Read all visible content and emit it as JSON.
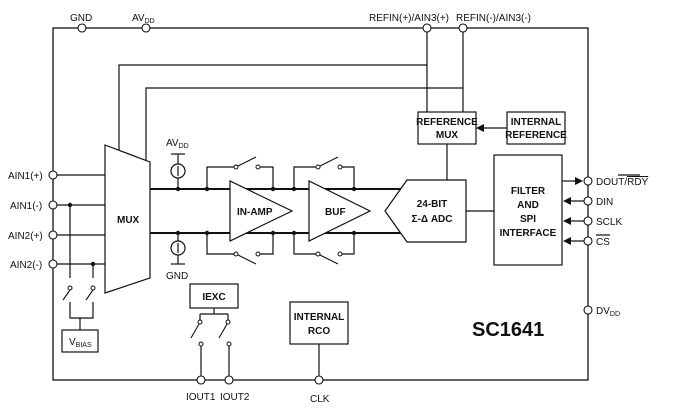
{
  "pins": {
    "gnd_top": "GND",
    "avdd_top_main": "AV",
    "avdd_top_sub": "DD",
    "refin_pos": "REFIN(+)/AIN3(+)",
    "refin_neg": "REFIN(-)/AIN3(-)",
    "ain1_pos": "AIN1(+)",
    "ain1_neg": "AIN1(-)",
    "ain2_pos": "AIN2(+)",
    "ain2_neg": "AIN2(-)",
    "dout": "DOUT/",
    "dout_rdy": "RDY",
    "din": "DIN",
    "sclk": "SCLK",
    "cs": "CS",
    "dvdd_main": "DV",
    "dvdd_sub": "DD",
    "iout1": "IOUT1",
    "iout2": "IOUT2",
    "clk": "CLK"
  },
  "blocks": {
    "mux": "MUX",
    "ref_mux_line1": "REFERENCE",
    "ref_mux_line2": "MUX",
    "internal_ref_line1": "INTERNAL",
    "internal_ref_line2": "REFERENCE",
    "in_amp": "IN-AMP",
    "buf": "BUF",
    "adc_line1": "24-BIT",
    "adc_line2": "Σ-Δ ADC",
    "filter_line1": "FILTER",
    "filter_line2": "AND",
    "filter_line3": "SPI",
    "filter_line4": "INTERFACE",
    "iexc": "IEXC",
    "rco_line1": "INTERNAL",
    "rco_line2": "RCO",
    "vbias_main": "V",
    "vbias_sub": "BIAS"
  },
  "labels": {
    "avdd_main": "AV",
    "avdd_sub": "DD",
    "gnd": "GND",
    "chip_name": "SC1641"
  }
}
